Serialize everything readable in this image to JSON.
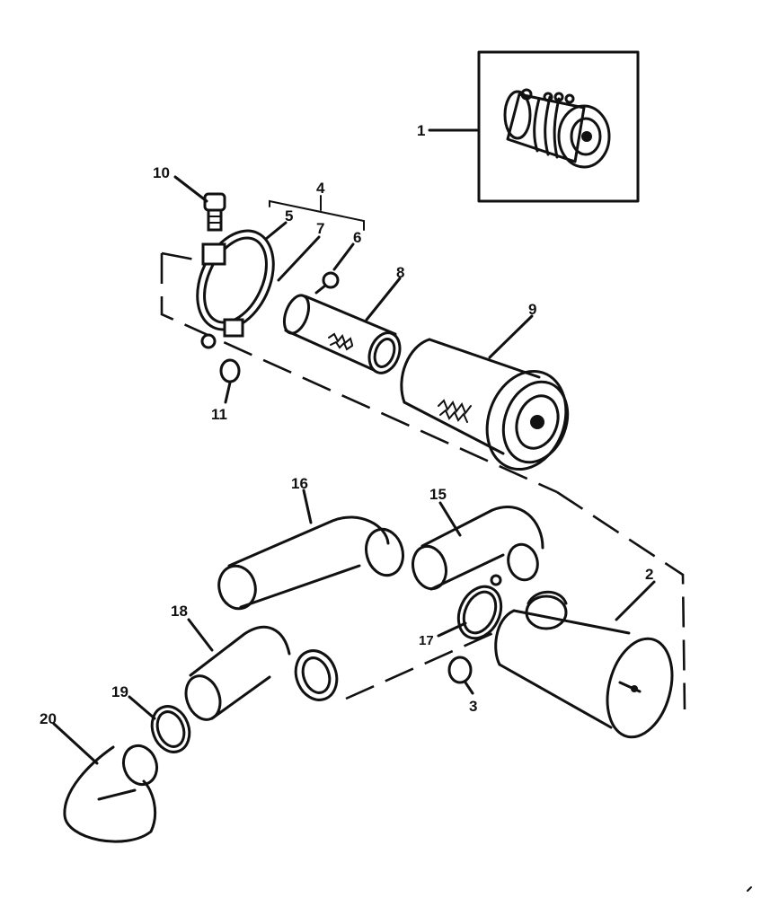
{
  "callouts": [
    {
      "id": "1",
      "text": "1"
    },
    {
      "id": "2",
      "text": "2"
    },
    {
      "id": "3",
      "text": "3"
    },
    {
      "id": "4",
      "text": "4"
    },
    {
      "id": "5",
      "text": "5"
    },
    {
      "id": "6",
      "text": "6"
    },
    {
      "id": "7",
      "text": "7"
    },
    {
      "id": "8",
      "text": "8"
    },
    {
      "id": "9",
      "text": "9"
    },
    {
      "id": "10",
      "text": "10"
    },
    {
      "id": "11",
      "text": "11"
    },
    {
      "id": "15",
      "text": "15"
    },
    {
      "id": "16",
      "text": "16"
    },
    {
      "id": "17",
      "text": "17"
    },
    {
      "id": "18",
      "text": "18"
    },
    {
      "id": "19",
      "text": "19"
    },
    {
      "id": "20",
      "text": "20"
    }
  ],
  "colors": {
    "ink": "#111111",
    "paper": "#ffffff"
  }
}
